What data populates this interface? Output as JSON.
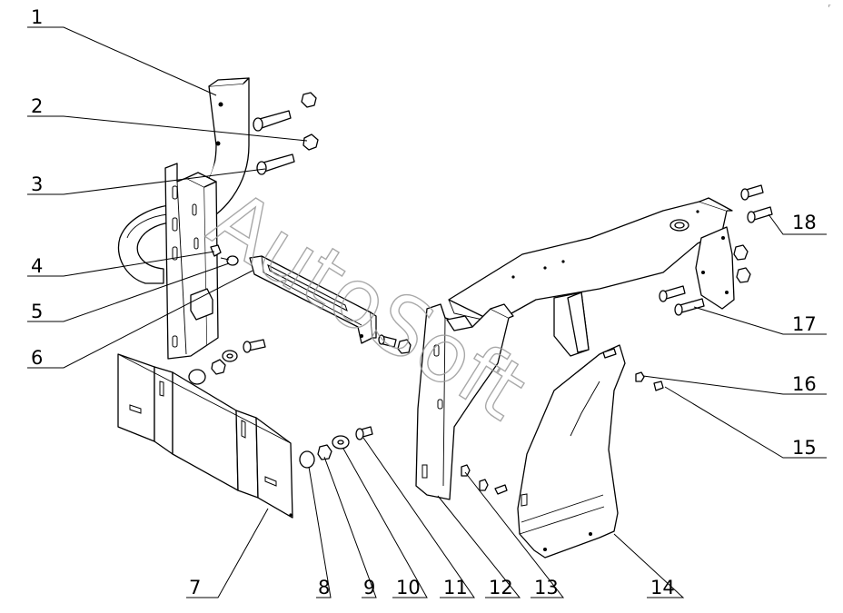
{
  "diagram": {
    "callouts": [
      {
        "id": "1",
        "label": "1"
      },
      {
        "id": "2",
        "label": "2"
      },
      {
        "id": "3",
        "label": "3"
      },
      {
        "id": "4",
        "label": "4"
      },
      {
        "id": "5",
        "label": "5"
      },
      {
        "id": "6",
        "label": "6"
      },
      {
        "id": "7",
        "label": "7"
      },
      {
        "id": "8",
        "label": "8"
      },
      {
        "id": "9",
        "label": "9"
      },
      {
        "id": "10",
        "label": "10"
      },
      {
        "id": "11",
        "label": "11"
      },
      {
        "id": "12",
        "label": "12"
      },
      {
        "id": "13",
        "label": "13"
      },
      {
        "id": "14",
        "label": "14"
      },
      {
        "id": "15",
        "label": "15"
      },
      {
        "id": "16",
        "label": "16"
      },
      {
        "id": "17",
        "label": "17"
      },
      {
        "id": "18",
        "label": "18"
      }
    ],
    "watermark": "AutoSoft",
    "corner_mark": "г"
  },
  "colors": {
    "line": "#000000",
    "watermark": "#9a9a9a",
    "background": "#ffffff"
  }
}
